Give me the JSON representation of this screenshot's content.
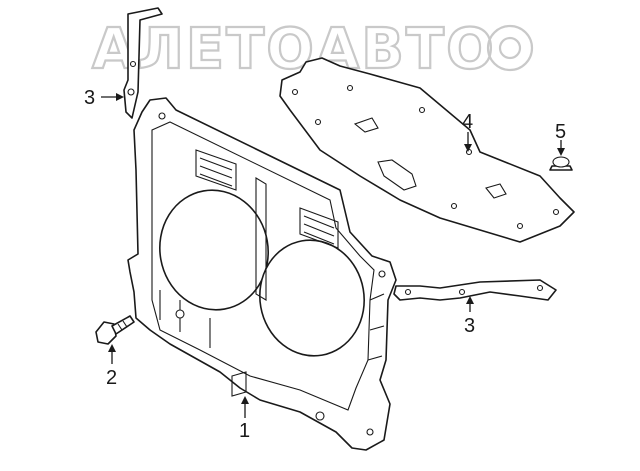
{
  "watermark": "АЛЕТОАВТО",
  "callouts": {
    "frame": "1",
    "bolt": "2",
    "bracket_upper": "3",
    "bracket_lower": "3",
    "cover": "4",
    "clip": "5"
  }
}
